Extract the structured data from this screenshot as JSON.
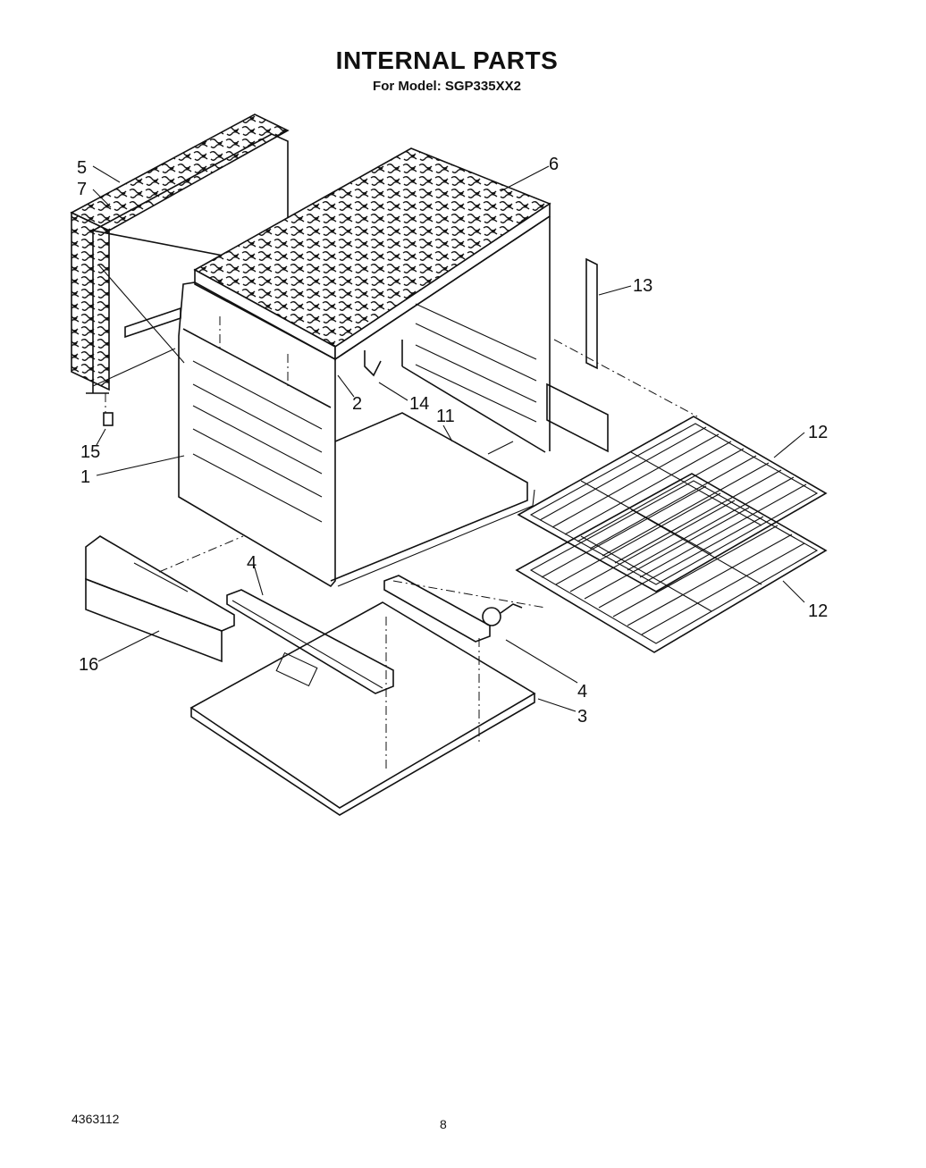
{
  "header": {
    "title": "INTERNAL PARTS",
    "subtitle": "For Model: SGP335XX2"
  },
  "footer": {
    "doc_number": "4363112",
    "page_number": "8"
  },
  "callouts": {
    "c5": "5",
    "c7": "7",
    "c6": "6",
    "c13": "13",
    "c2": "2",
    "c14": "14",
    "c11": "11",
    "c15": "15",
    "c1": "1",
    "c12a": "12",
    "c12b": "12",
    "c4a": "4",
    "c4b": "4",
    "c16": "16",
    "c3": "3"
  }
}
